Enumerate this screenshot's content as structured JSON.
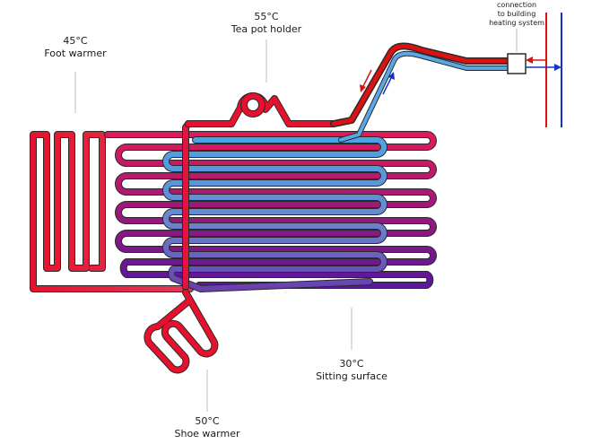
{
  "labels": {
    "foot_warmer": {
      "temp": "45°C",
      "name": "Foot warmer"
    },
    "teapot_holder": {
      "temp": "55°C",
      "name": "Tea pot holder"
    },
    "sitting_surface": {
      "temp": "30°C",
      "name": "Sitting surface"
    },
    "shoe_warmer": {
      "temp": "50°C",
      "name": "Shoe warmer"
    },
    "connection": {
      "line1": "connection",
      "line2": "to building",
      "line3": "heating system"
    }
  },
  "colors": {
    "hot": "#e8112d",
    "warm": "#d62a5c",
    "mid": "#c4337a",
    "purple": "#7b4fb0",
    "deep": "#5a189a",
    "cool": "#5aa7e6",
    "supply_red": "#dd1111",
    "return_blue": "#1133cc"
  }
}
